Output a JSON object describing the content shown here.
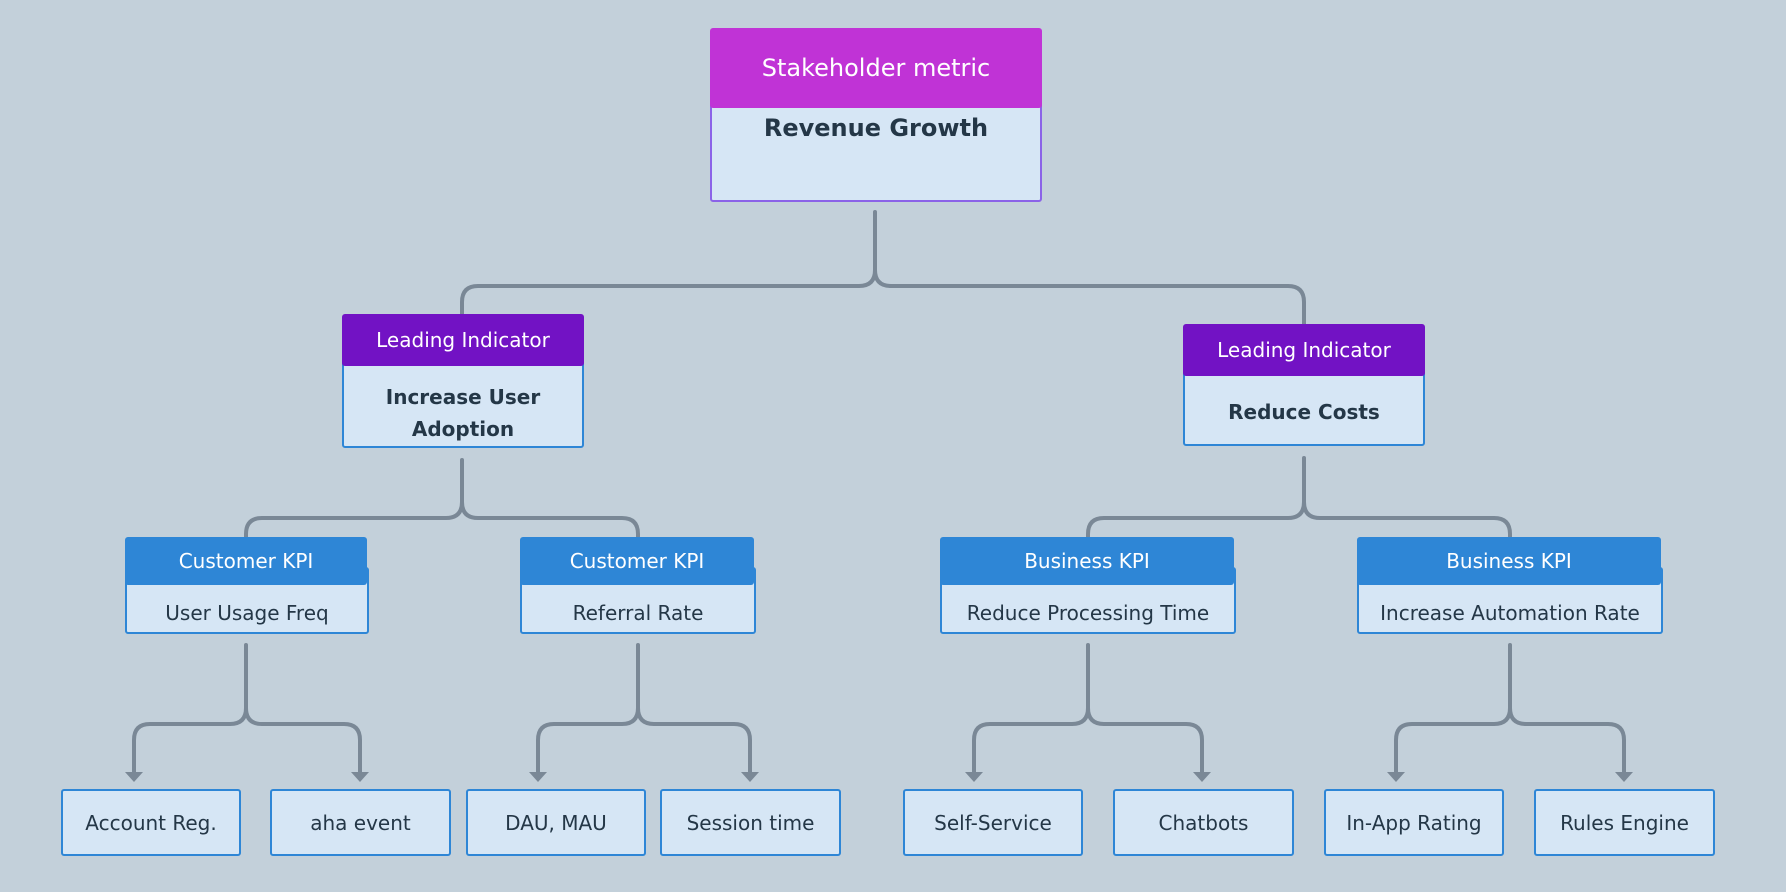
{
  "colors": {
    "background": "#c3d0da",
    "connector": "#7a8896",
    "stakeholder_header": "#c033d6",
    "leading_header": "#7212c4",
    "kpi_header": "#2e86d6",
    "node_fill": "#d6e6f5",
    "node_border": "#2e86d6"
  },
  "root": {
    "header": "Stakeholder metric",
    "title": "Revenue Growth"
  },
  "leading": [
    {
      "header": "Leading Indicator",
      "title": "Increase User Adoption"
    },
    {
      "header": "Leading Indicator",
      "title": "Reduce Costs"
    }
  ],
  "kpis": [
    {
      "header": "Customer KPI",
      "title": "User Usage Freq"
    },
    {
      "header": "Customer KPI",
      "title": "Referral Rate"
    },
    {
      "header": "Business KPI",
      "title": "Reduce Processing Time"
    },
    {
      "header": "Business KPI",
      "title": "Increase Automation Rate"
    }
  ],
  "leaves": [
    "Account Reg.",
    "aha event",
    "DAU, MAU",
    "Session time",
    "Self-Service",
    "Chatbots",
    "In-App Rating",
    "Rules Engine"
  ]
}
